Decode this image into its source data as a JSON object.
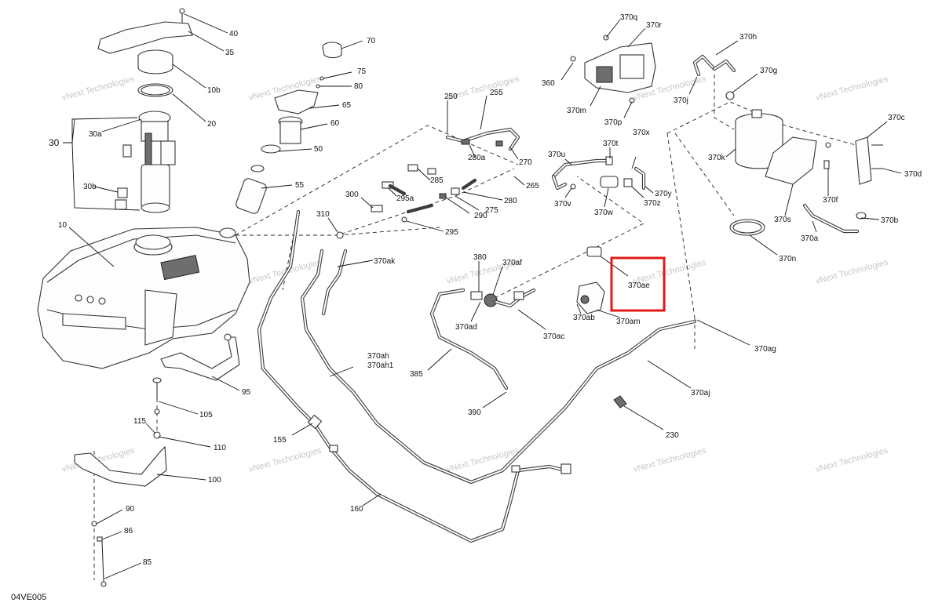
{
  "reference": "04VE005",
  "watermark": "vNext Technologies",
  "highlight_color": "#e31a1a",
  "labels": {
    "l40": "40",
    "l35": "35",
    "l70": "70",
    "l75": "75",
    "l80": "80",
    "l10b": "10b",
    "l65": "65",
    "l20": "20",
    "l60": "60",
    "l30a": "30a",
    "l30": "30",
    "l50": "50",
    "l30b": "30b",
    "l55": "55",
    "l10": "10",
    "l95": "95",
    "l105": "105",
    "l115": "115",
    "l110": "110",
    "l100": "100",
    "l90": "90",
    "l86": "86",
    "l85": "85",
    "l250": "250",
    "l255": "255",
    "l280a": "280a",
    "l270": "270",
    "l285": "285",
    "l265": "265",
    "l295a": "295a",
    "l300": "300",
    "l280": "280",
    "l275": "275",
    "l290": "290",
    "l310": "310",
    "l295": "295",
    "l370ak": "370ak",
    "l380": "380",
    "l370af": "370af",
    "l370ad": "370ad",
    "l370ac": "370ac",
    "l385": "385",
    "l390": "390",
    "l370ah": "370ah",
    "l370ah1": "370ah1",
    "l155": "155",
    "l160": "160",
    "l370q": "370q",
    "l370r": "370r",
    "l360": "360",
    "l370m": "370m",
    "l370p": "370p",
    "l370h": "370h",
    "l370g": "370g",
    "l370j": "370j",
    "l370c": "370c",
    "l370k": "370k",
    "l370x": "370x",
    "l370t": "370t",
    "l370u": "370u",
    "l370y": "370y",
    "l370z": "370z",
    "l370v": "370v",
    "l370w": "370w",
    "l370d": "370d",
    "l370f": "370f",
    "l370s": "370s",
    "l370b": "370b",
    "l370a": "370a",
    "l370n": "370n",
    "l370ae": "370ae",
    "l370ab": "370ab",
    "l370am": "370am",
    "l370ag": "370ag",
    "l370aj": "370aj",
    "l230": "230"
  }
}
